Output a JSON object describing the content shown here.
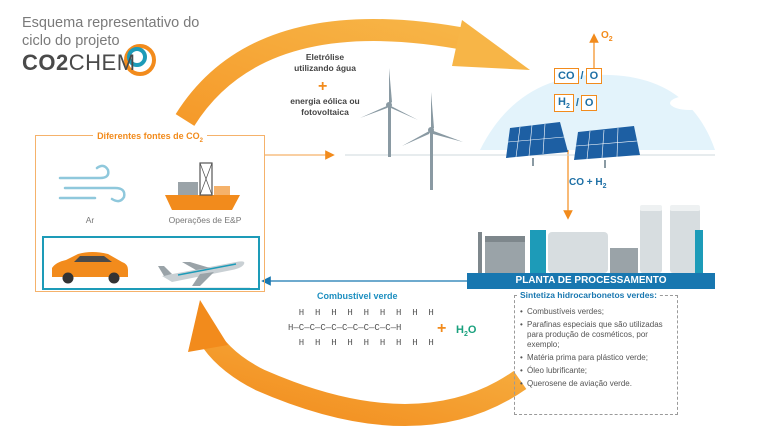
{
  "header": {
    "line1": "Esquema representativo do",
    "line2": "ciclo do projeto",
    "brand_bold": "CO2",
    "brand_light": "CHEM"
  },
  "sources": {
    "title": "Diferentes fontes de CO",
    "title_sub": "2",
    "items": [
      {
        "label": "Ar",
        "icon": "wind-icon"
      },
      {
        "label": "Operações de E&P",
        "icon": "oil-platform-ship-icon"
      },
      {
        "label": "",
        "icon": "car-icon"
      },
      {
        "label": "",
        "icon": "airplane-icon"
      }
    ]
  },
  "energy": {
    "line1": "Eletrólise",
    "line2": "utilizando água",
    "plus": "+",
    "line3": "energia eólica ou",
    "line4": "fotovoltaica"
  },
  "gases": {
    "o2": "O",
    "o2_sub": "2",
    "co": "CO",
    "o_top": "O",
    "h2": "H",
    "h2_sub": "2",
    "o_bottom": "O",
    "slash": "/",
    "syngas": "CO + H",
    "syngas_sub": "2"
  },
  "plant": {
    "banner": "PLANTA DE PROCESSAMENTO"
  },
  "products": {
    "title": "Sintetiza hidrocarbonetos verdes:",
    "items": [
      "Combustíveis verdes;",
      "Parafinas especiais que são utilizadas para produção de cosméticos, por exemplo;",
      "Matéria prima para plástico verde;",
      "Óleo lubrificante;",
      "Querosene de aviação verde."
    ]
  },
  "fuel": {
    "title": "Combustível verde",
    "row_top": "  H  H  H  H  H  H  H  H  H",
    "row_mid": "H—C—C—C—C—C—C—C—C—C—H",
    "row_bottom": "  H  H  H  H  H  H  H  H  H",
    "plus": "+",
    "water": "H",
    "water_sub": "2",
    "water_end": "O"
  },
  "colors": {
    "orange": "#f28b1c",
    "blue": "#1877b0",
    "teal": "#1d9bb8",
    "green": "#1aa17e"
  }
}
